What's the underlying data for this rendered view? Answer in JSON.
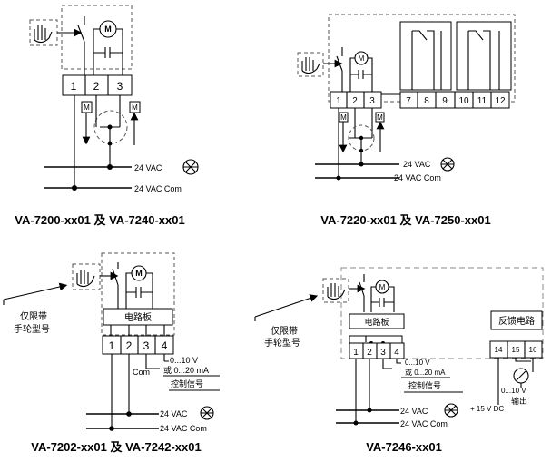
{
  "captions": {
    "d1": "VA-7200-xx01 及 VA-7240-xx01",
    "d2": "VA-7220-xx01 及 VA-7250-xx01",
    "d3": "VA-7202-xx01 及 VA-7242-xx01",
    "d4": "VA-7246-xx01"
  },
  "terminals": {
    "t1": "1",
    "t2": "2",
    "t3": "3",
    "t4": "4",
    "t7": "7",
    "t8": "8",
    "t9": "9",
    "t10": "10",
    "t11": "11",
    "t12": "12",
    "t14": "14",
    "t15": "15",
    "t16": "16"
  },
  "motor_symbol": "M",
  "supply": {
    "vac": "24 VAC",
    "vac_com": "24 VAC Com"
  },
  "circuit_board": "电路板",
  "feedback_circuit": "反馈电路",
  "handwheel_note_line1": "仅限带",
  "handwheel_note_line2": "手轮型号",
  "control": {
    "com": "Com",
    "range_v": "0...10 V",
    "range_ma": "或 0...20 mA",
    "signal": "控制信号"
  },
  "output": {
    "range_v": "0...10 V",
    "label": "输出",
    "dc": "+ 15 V DC"
  }
}
